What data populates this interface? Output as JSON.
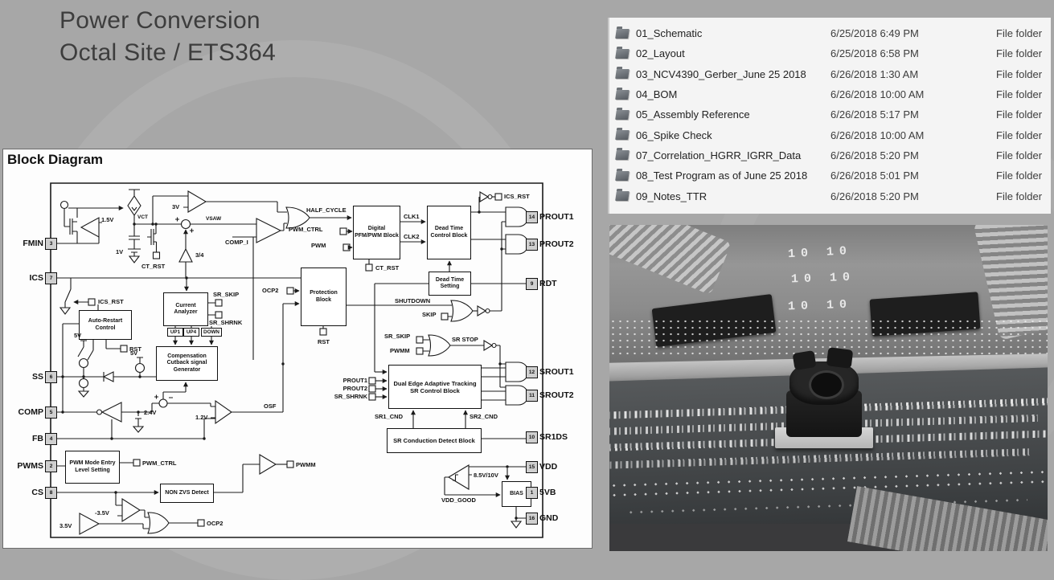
{
  "colors": {
    "slide_bg": "#a7a7a7",
    "file_panel_bg": "#f4f4f4",
    "diagram_bg": "#fdfdfd",
    "ink": "#1a1a1a"
  },
  "slide": {
    "title_line1": "Power Conversion",
    "title_line2": "Octal Site / ETS364"
  },
  "file_list": {
    "rows": [
      {
        "name": "01_Schematic",
        "date": "6/25/2018 6:49 PM",
        "type": "File folder"
      },
      {
        "name": "02_Layout",
        "date": "6/25/2018 6:58 PM",
        "type": "File folder"
      },
      {
        "name": "03_NCV4390_Gerber_June 25 2018",
        "date": "6/26/2018 1:30 AM",
        "type": "File folder"
      },
      {
        "name": "04_BOM",
        "date": "6/26/2018 10:00 AM",
        "type": "File folder"
      },
      {
        "name": "05_Assembly Reference",
        "date": "6/26/2018 5:17 PM",
        "type": "File folder"
      },
      {
        "name": "06_Spike Check",
        "date": "6/26/2018 10:00 AM",
        "type": "File folder"
      },
      {
        "name": "07_Correlation_HGRR_IGRR_Data",
        "date": "6/26/2018 5:20 PM",
        "type": "File folder"
      },
      {
        "name": "08_Test Program as of June 25 2018",
        "date": "6/26/2018 5:01 PM",
        "type": "File folder"
      },
      {
        "name": "09_Notes_TTR",
        "date": "6/26/2018 5:20 PM",
        "type": "File folder"
      }
    ]
  },
  "diagram": {
    "title": "Block Diagram",
    "pins_left": [
      {
        "name": "FMIN",
        "num": "3"
      },
      {
        "name": "ICS",
        "num": "7"
      },
      {
        "name": "SS",
        "num": "6"
      },
      {
        "name": "COMP",
        "num": "5"
      },
      {
        "name": "FB",
        "num": "4"
      },
      {
        "name": "PWMS",
        "num": "2"
      },
      {
        "name": "CS",
        "num": "8"
      }
    ],
    "pins_right": [
      {
        "name": "PROUT1",
        "num": "14"
      },
      {
        "name": "PROUT2",
        "num": "13"
      },
      {
        "name": "RDT",
        "num": "9"
      },
      {
        "name": "SROUT1",
        "num": "12"
      },
      {
        "name": "SROUT2",
        "num": "11"
      },
      {
        "name": "SR1DS",
        "num": "10"
      },
      {
        "name": "VDD",
        "num": "15"
      },
      {
        "name": "5VB",
        "num": "1"
      },
      {
        "name": "GND",
        "num": "16"
      }
    ],
    "blocks": {
      "auto_restart": "Auto-Restart Control",
      "current_analyzer": "Current Analyzer",
      "comp_cutback": "Compensation Cutback signal Generator",
      "pwm_mode": "PWM Mode Entry Level Setting",
      "non_zvs": "NON ZVS Detect",
      "digital": "Digital PFM/PWM Block",
      "dead_time_control": "Dead Time Control Block",
      "dead_time_setting": "Dead Time Setting",
      "protection": "Protection Block",
      "dual_edge": "Dual Edge Adaptive Tracking SR Control Block",
      "sr_conduction": "SR Conduction Detect Block",
      "bias": "BIAS"
    },
    "labels": {
      "v15": "1.5V",
      "v3": "3V",
      "vct": "VCT",
      "vsaw": "VSAW",
      "v1": "1V",
      "ct_rst": "CT_RST",
      "ct_rst2": "CT_RST",
      "ratio": "3/4",
      "comp_i": "COMP_I",
      "half_cycle": "HALF_CYCLE",
      "pwm_ctrl": "PWM_CTRL",
      "pwm": "PWM",
      "clk1": "CLK1",
      "clk2": "CLK2",
      "ics_rst_left": "ICS_RST",
      "ics_rst_top": "ICS_RST",
      "ocp2_in": "OCP2",
      "rst_prot": "RST",
      "shutdown": "SHUTDOWN",
      "skip": "SKIP",
      "sr_skip_a": "SR_SKIP",
      "sr_shrnk_a": "SR_SHRNK",
      "sr_skip_b": "SR_SKIP",
      "pwmm_b": "PWMM",
      "sr_stop": "SR STOP",
      "prout1_d": "PROUT1",
      "prout2_d": "PROUT2",
      "sr_shrnk_d": "SR_SHRNK",
      "sr1_cnd": "SR1_CND",
      "sr2_cnd": "SR2_CND",
      "v85": "8.5V/10V",
      "vdd_good": "VDD_GOOD",
      "up1": "UP1",
      "up4": "UP4",
      "down": "DOWN",
      "v5a": "5V",
      "v5b": "5V",
      "rst_d": "RST",
      "v24": "2.4V",
      "v12": "1.2V",
      "osf": "OSF",
      "pwm_ctrl_out": "PWM_CTRL",
      "neg35": "-3.5V",
      "pos35": "3.5V",
      "ocp2_out": "OCP2",
      "pwmm_out": "PWMM"
    }
  },
  "photo": {
    "silk_marking": "10 10"
  }
}
